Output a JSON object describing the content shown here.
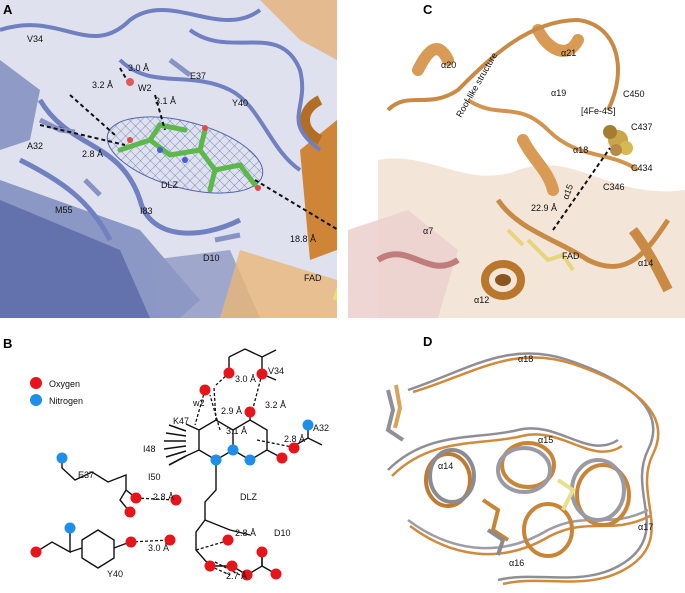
{
  "panels": {
    "a": {
      "letter": "A",
      "labels": {
        "v34": "V34",
        "d30": "3.0 Å",
        "e37": "E37",
        "d32": "3.2 Å",
        "w2": "W2",
        "d31": "3.1 Å",
        "y40": "Y40",
        "a32": "A32",
        "d28": "2.8 Å",
        "dlz": "DLZ",
        "m55": "M55",
        "i83": "I83",
        "d188": "18.8 Å",
        "d10": "D10",
        "fad": "FAD"
      }
    },
    "b": {
      "letter": "B",
      "legend": {
        "oxygen": "Oxygen",
        "nitrogen": "Nitrogen"
      },
      "labels": {
        "v34": "V34",
        "w2": "w2",
        "d30": "3.0 Å",
        "d29": "2.9 Å",
        "d32": "3.2 Å",
        "k47": "K47",
        "d31": "3.1 Å",
        "d28a": "2.8 Å",
        "a32": "A32",
        "i48": "I48",
        "e37": "E37",
        "i50": "I50",
        "d28b": "2.8 Å",
        "dlz": "DLZ",
        "d28c": "2.8 Å",
        "d10": "D10",
        "d30b": "3.0 Å",
        "d27": "2.7 Å",
        "y40": "Y40"
      },
      "colors": {
        "oxygen": "#e8141b",
        "nitrogen": "#1f8ee8"
      }
    },
    "c": {
      "letter": "C",
      "labels": {
        "roof": "Roof-like structure",
        "a20": "α20",
        "a21": "α21",
        "a19": "α19",
        "c450": "C450",
        "fe4s": "[4Fe-4S]",
        "c437": "C437",
        "a18": "α18",
        "c434": "C434",
        "a15": "α15",
        "c346": "C346",
        "d229": "22.9 Å",
        "a7": "α7",
        "fad": "FAD",
        "a12": "α12",
        "a14": "α14"
      }
    },
    "d": {
      "letter": "D",
      "labels": {
        "a18": "α18",
        "a15": "α15",
        "a14": "α14",
        "a17": "α17",
        "a16": "α16"
      }
    }
  }
}
